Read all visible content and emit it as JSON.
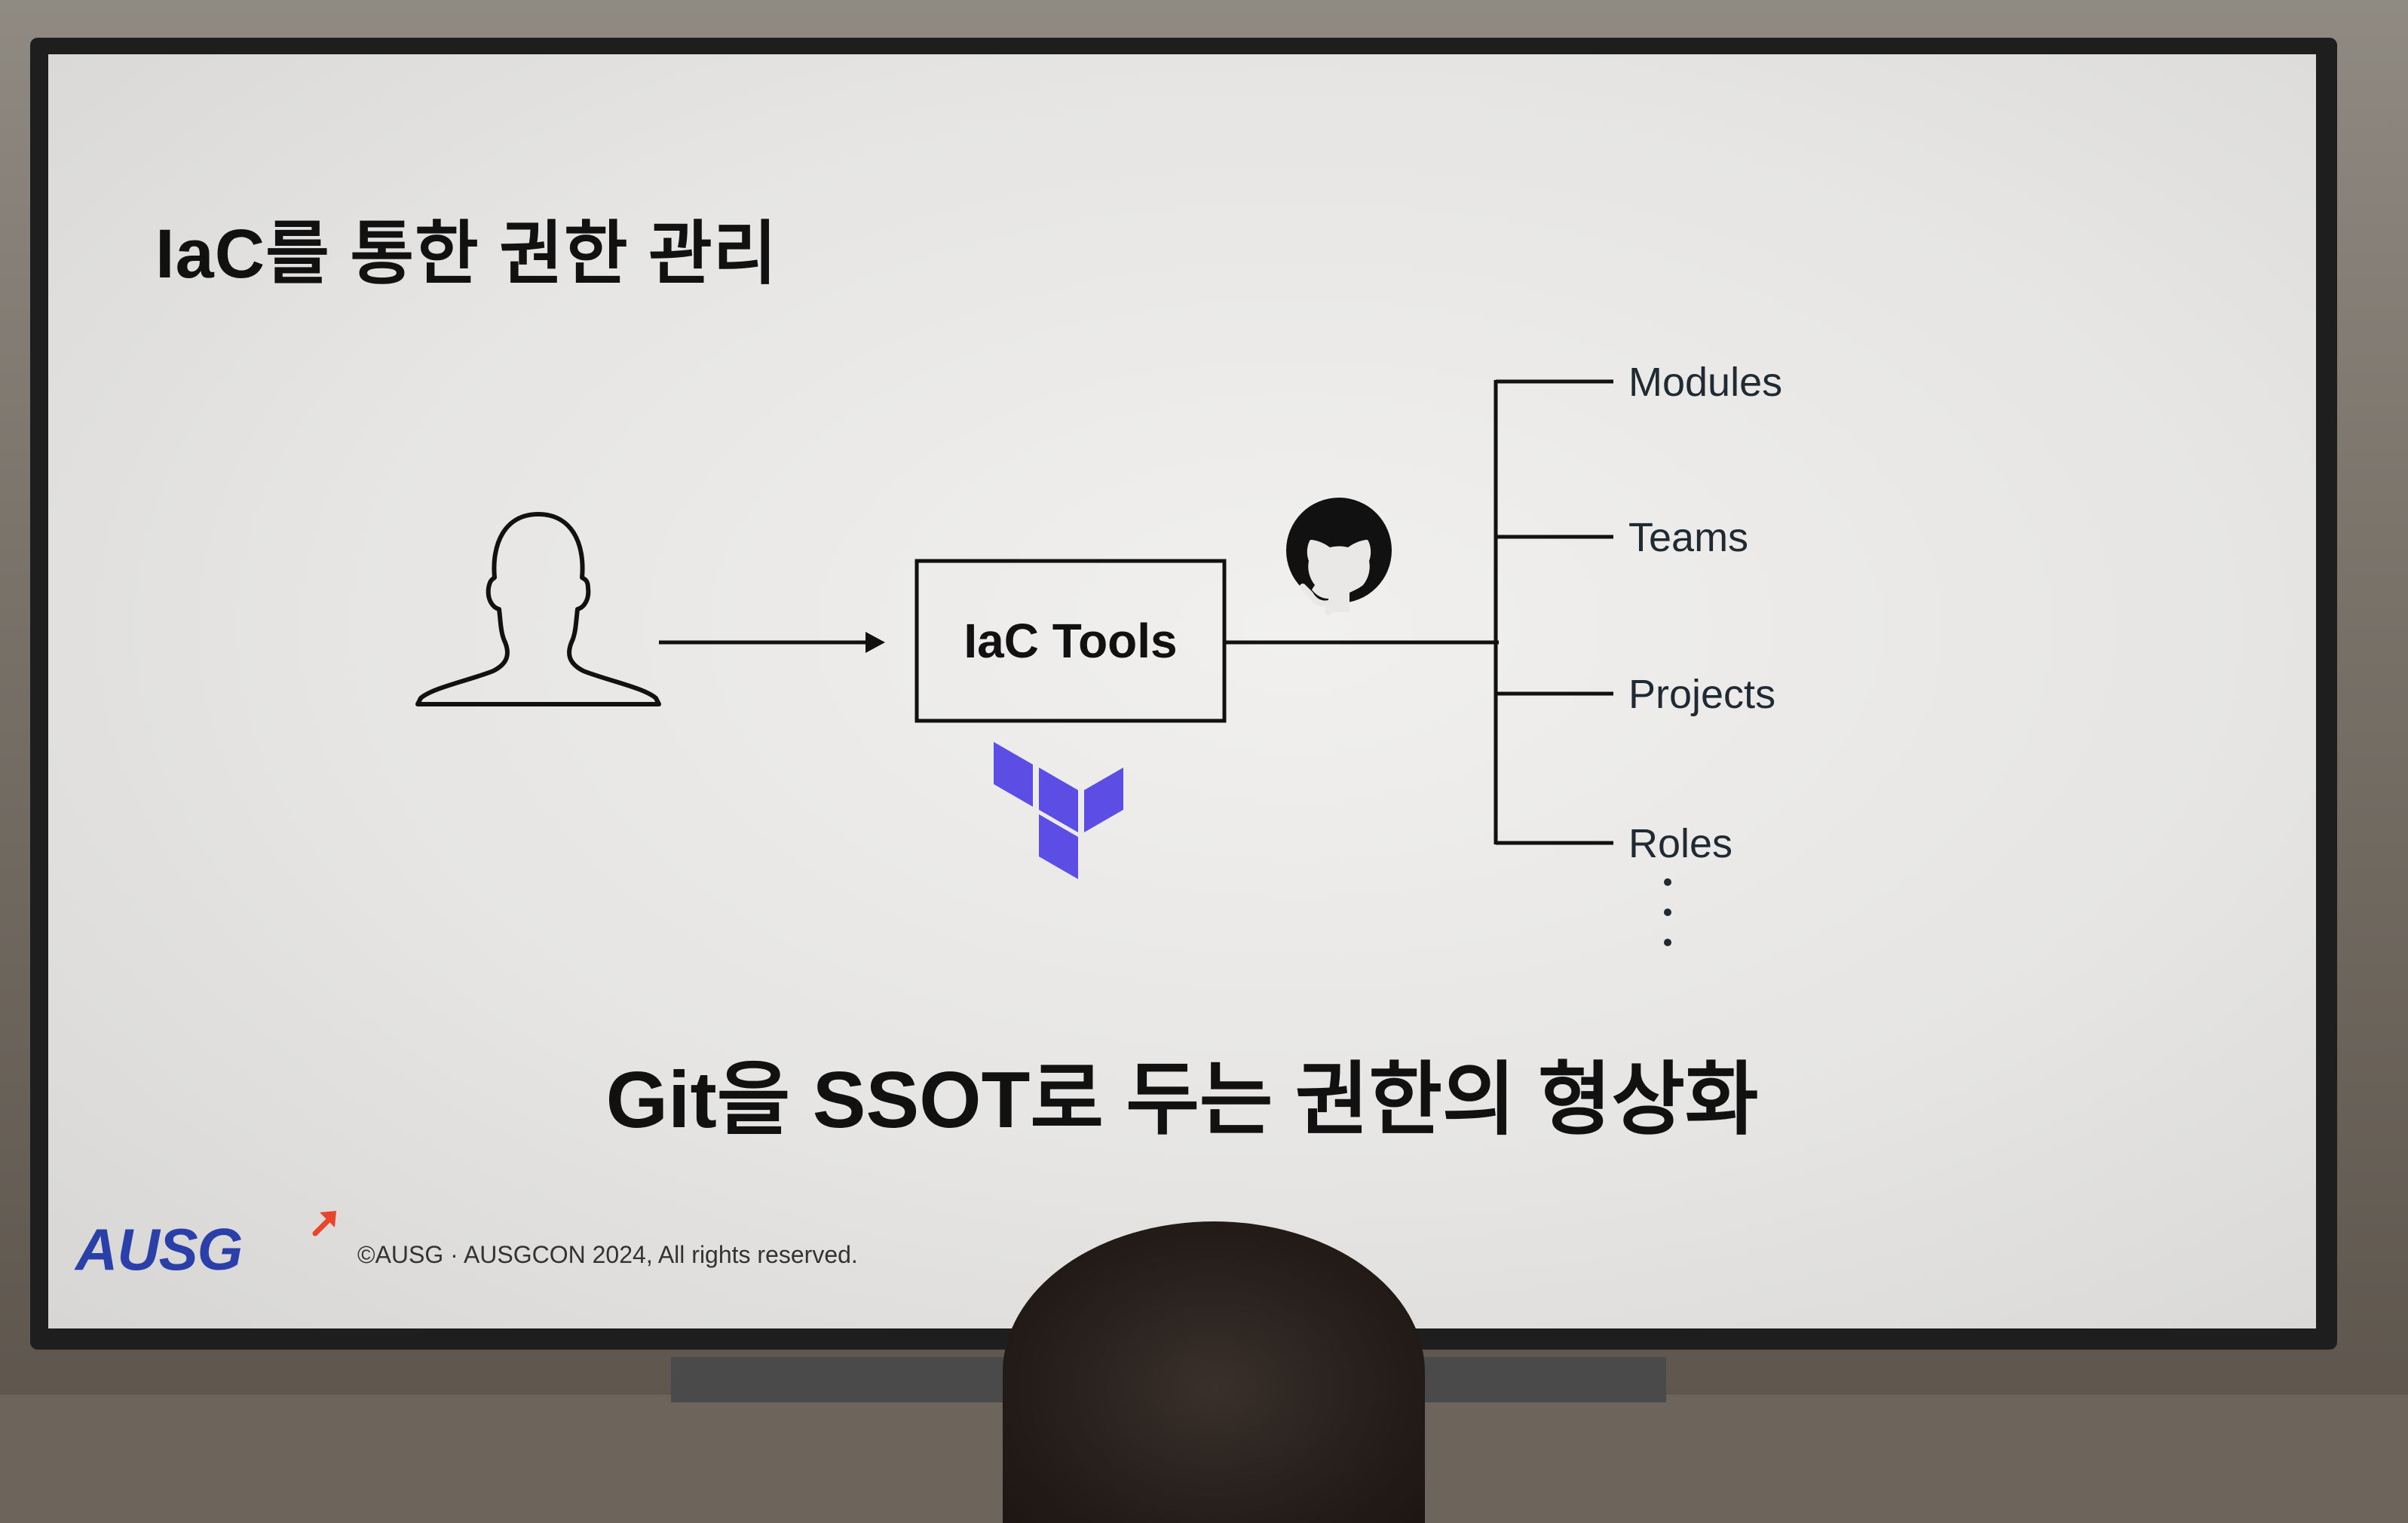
{
  "slide": {
    "title": "IaC를 통한 권한 관리",
    "center_box_label": "IaC Tools",
    "branches": [
      "Modules",
      "Teams",
      "Projects",
      "Roles"
    ],
    "continuation": "⋮",
    "subtitle": "Git을 SSOT로 두는 권한의 형상화",
    "footer_logo": "AUSG",
    "footer_copyright": "©AUSG · AUSGCON 2024, All rights reserved."
  },
  "icons": {
    "person": "person-silhouette-icon",
    "arrow": "arrow-right-icon",
    "github": "github-octocat-icon",
    "terraform": "terraform-logo-icon",
    "logo_arrow": "arrow-up-right-icon"
  },
  "colors": {
    "terraform": "#5c4ee5",
    "brand": "#2b3fa8",
    "brand_accent": "#e8462a",
    "text": "#111111"
  }
}
